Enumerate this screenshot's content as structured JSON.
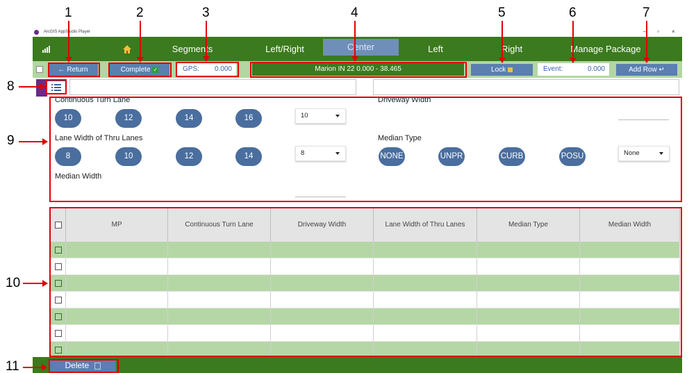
{
  "window": {
    "title": "ArcGIS AppStudio Player",
    "controls": [
      "–",
      "▫",
      "×"
    ]
  },
  "nav": {
    "tabs": [
      {
        "label": "Segments",
        "active": false
      },
      {
        "label": "Left/Right",
        "active": false
      },
      {
        "label": "Center",
        "active": true
      },
      {
        "label": "Left",
        "active": false
      },
      {
        "label": "Right",
        "active": false
      },
      {
        "label": "Manage Package",
        "active": false
      }
    ],
    "icons": [
      "signal-icon",
      "home-icon"
    ]
  },
  "toolbar": {
    "return_label": "Return",
    "complete_label": "Complete",
    "gps_label": "GPS:",
    "gps_value": "0.000",
    "segment_info": "Marion IN 22 0.000 - 38.465",
    "lock_label": "Lock",
    "event_label": "Event:",
    "event_value": "0.000",
    "add_row_label": "Add Row"
  },
  "form": {
    "continuous_turn_lane": {
      "label": "Continuous Turn Lane",
      "options": [
        "10",
        "12",
        "14",
        "16"
      ],
      "dropdown_value": "10"
    },
    "lane_width": {
      "label": "Lane Width of Thru Lanes",
      "options": [
        "8",
        "10",
        "12",
        "14"
      ],
      "dropdown_value": "8"
    },
    "median_width": {
      "label": "Median Width"
    },
    "driveway_width": {
      "label": "Driveway Width"
    },
    "median_type": {
      "label": "Median Type",
      "options": [
        "NONE",
        "UNPR",
        "CURB",
        "POSU"
      ],
      "dropdown_value": "None"
    }
  },
  "table": {
    "columns": [
      "MP",
      "Continuous Turn Lane",
      "Driveway Width",
      "Lane Width of Thru Lanes",
      "Median Type",
      "Median Width"
    ],
    "rows": [
      "",
      "",
      "",
      "",
      "",
      "",
      ""
    ]
  },
  "bottom": {
    "delete_label": "Delete"
  },
  "annotations": [
    "1",
    "2",
    "3",
    "4",
    "5",
    "6",
    "7",
    "8",
    "9",
    "10",
    "11"
  ],
  "colors": {
    "nav_green": "#3b7a1e",
    "toolbar_green": "#b3d6a2",
    "button_blue": "#5a7fb0",
    "pill_blue": "#4a6e9e",
    "row_green": "#b5d7a6",
    "callout_red": "#e10000"
  }
}
